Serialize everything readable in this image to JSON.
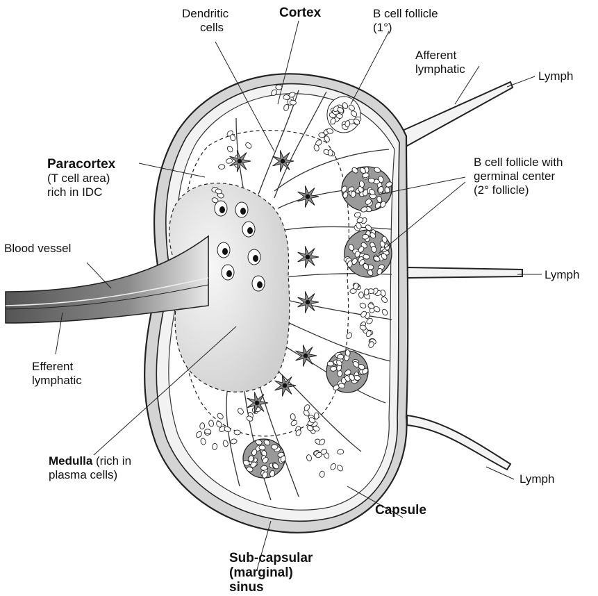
{
  "labels": {
    "dendritic_1": "Dendritic",
    "dendritic_2": "cells",
    "cortex": "Cortex",
    "b_follicle_1": "B cell follicle",
    "b_follicle_2": "(1°)",
    "afferent_1": "Afferent",
    "afferent_2": "lymphatic",
    "lymph_top": "Lymph",
    "paracortex": "Paracortex",
    "paracortex_sub_1": "(T cell area)",
    "paracortex_sub_2": "rich in IDC",
    "germinal_1": "B cell follicle with",
    "germinal_2": "germinal center",
    "germinal_3": "(2° follicle)",
    "blood_vessel": "Blood vessel",
    "lymph_mid": "Lymph",
    "efferent_1": "Efferent",
    "efferent_2": "lymphatic",
    "medulla": "Medulla",
    "medulla_rest_1": " (rich in",
    "medulla_rest_2": "plasma cells)",
    "lymph_bottom": "Lymph",
    "capsule": "Capsule",
    "sinus_1": "Sub-capsular",
    "sinus_2": "(marginal)",
    "sinus_3": "sinus"
  },
  "colors": {
    "capsule_fill": "#d4d4d4",
    "sinus_fill": "#f1f1f1",
    "lobule_fill": "#ffffff",
    "cell_fill": "#ffffff",
    "cell_stroke": "#222222",
    "germinal_fill": "#9a9a9a",
    "dendritic_fill": "#909090",
    "vessel_dark": "#5a5a5a",
    "vessel_light": "#e6e6e6"
  }
}
